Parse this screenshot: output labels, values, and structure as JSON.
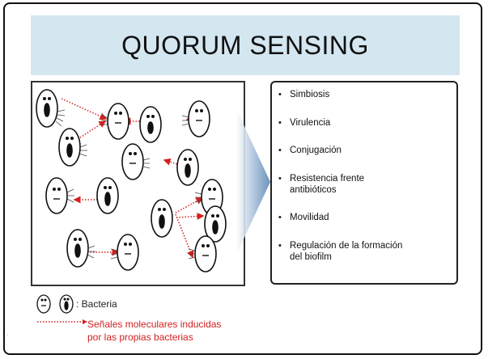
{
  "title": "QUORUM SENSING",
  "list_items": [
    "Simbiosis",
    "Virulencia",
    "Conjugación",
    "Resistencia frente antibióticos",
    "Movilidad",
    "Regulación de la formación del biofilm"
  ],
  "bullet": "•",
  "legend": {
    "bacteria_label": ": Bacteria",
    "signal_line1": "Señales moleculares inducidas",
    "signal_line2": "por las propias bacterias"
  },
  "corner_mark": ".",
  "colors": {
    "title_band": "#d4e7f1",
    "signal_red": "#d32020",
    "arrow_blue": "#5b87b6"
  }
}
